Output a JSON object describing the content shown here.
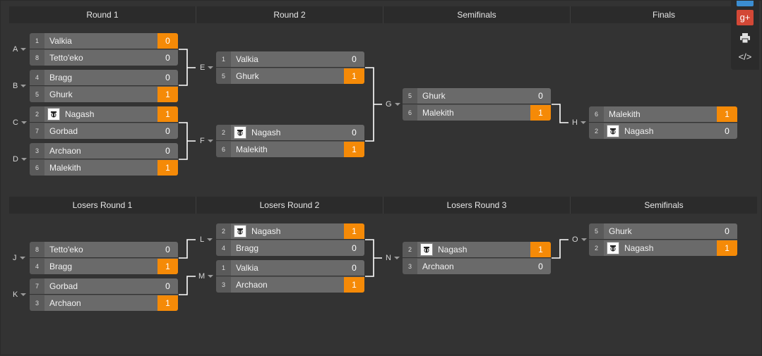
{
  "headers": {
    "winners": [
      "Round 1",
      "Round 2",
      "Semifinals",
      "Finals"
    ],
    "losers": [
      "Losers Round 1",
      "Losers Round 2",
      "Losers Round 3",
      "Semifinals"
    ]
  },
  "match_labels": {
    "A": "A",
    "B": "B",
    "C": "C",
    "D": "D",
    "E": "E",
    "F": "F",
    "G": "G",
    "H": "H",
    "J": "J",
    "K": "K",
    "L": "L",
    "M": "M",
    "N": "N",
    "O": "O"
  },
  "matches": {
    "A": [
      {
        "seed": "1",
        "name": "Valkia",
        "score": "0",
        "win": true
      },
      {
        "seed": "8",
        "name": "Tetto'eko",
        "score": "0",
        "win": false
      }
    ],
    "B": [
      {
        "seed": "4",
        "name": "Bragg",
        "score": "0",
        "win": false
      },
      {
        "seed": "5",
        "name": "Ghurk",
        "score": "1",
        "win": true
      }
    ],
    "C": [
      {
        "seed": "2",
        "name": "Nagash",
        "score": "1",
        "win": true,
        "logo": true
      },
      {
        "seed": "7",
        "name": "Gorbad",
        "score": "0",
        "win": false
      }
    ],
    "D": [
      {
        "seed": "3",
        "name": "Archaon",
        "score": "0",
        "win": false
      },
      {
        "seed": "6",
        "name": "Malekith",
        "score": "1",
        "win": true
      }
    ],
    "E": [
      {
        "seed": "1",
        "name": "Valkia",
        "score": "0",
        "win": false
      },
      {
        "seed": "5",
        "name": "Ghurk",
        "score": "1",
        "win": true
      }
    ],
    "F": [
      {
        "seed": "2",
        "name": "Nagash",
        "score": "0",
        "win": false,
        "logo": true
      },
      {
        "seed": "6",
        "name": "Malekith",
        "score": "1",
        "win": true
      }
    ],
    "G": [
      {
        "seed": "5",
        "name": "Ghurk",
        "score": "0",
        "win": false
      },
      {
        "seed": "6",
        "name": "Malekith",
        "score": "1",
        "win": true
      }
    ],
    "H": [
      {
        "seed": "6",
        "name": "Malekith",
        "score": "1",
        "win": true
      },
      {
        "seed": "2",
        "name": "Nagash",
        "score": "0",
        "win": false,
        "logo": true
      }
    ],
    "J": [
      {
        "seed": "8",
        "name": "Tetto'eko",
        "score": "0",
        "win": false
      },
      {
        "seed": "4",
        "name": "Bragg",
        "score": "1",
        "win": true
      }
    ],
    "K": [
      {
        "seed": "7",
        "name": "Gorbad",
        "score": "0",
        "win": false
      },
      {
        "seed": "3",
        "name": "Archaon",
        "score": "1",
        "win": true
      }
    ],
    "L": [
      {
        "seed": "2",
        "name": "Nagash",
        "score": "1",
        "win": true,
        "logo": true
      },
      {
        "seed": "4",
        "name": "Bragg",
        "score": "0",
        "win": false
      }
    ],
    "M": [
      {
        "seed": "1",
        "name": "Valkia",
        "score": "0",
        "win": false
      },
      {
        "seed": "3",
        "name": "Archaon",
        "score": "1",
        "win": true
      }
    ],
    "N": [
      {
        "seed": "2",
        "name": "Nagash",
        "score": "1",
        "win": true,
        "logo": true
      },
      {
        "seed": "3",
        "name": "Archaon",
        "score": "0",
        "win": false
      }
    ],
    "O": [
      {
        "seed": "5",
        "name": "Ghurk",
        "score": "0",
        "win": false
      },
      {
        "seed": "2",
        "name": "Nagash",
        "score": "1",
        "win": true,
        "logo": true
      }
    ]
  },
  "toolbar": {
    "google_plus_label": "g+",
    "print_icon": "print-icon",
    "embed_icon": "embed-code-icon",
    "embed_label": "</>"
  },
  "colors": {
    "win": "#f58a07",
    "background": "#333333",
    "header": "#2b2b2b"
  }
}
